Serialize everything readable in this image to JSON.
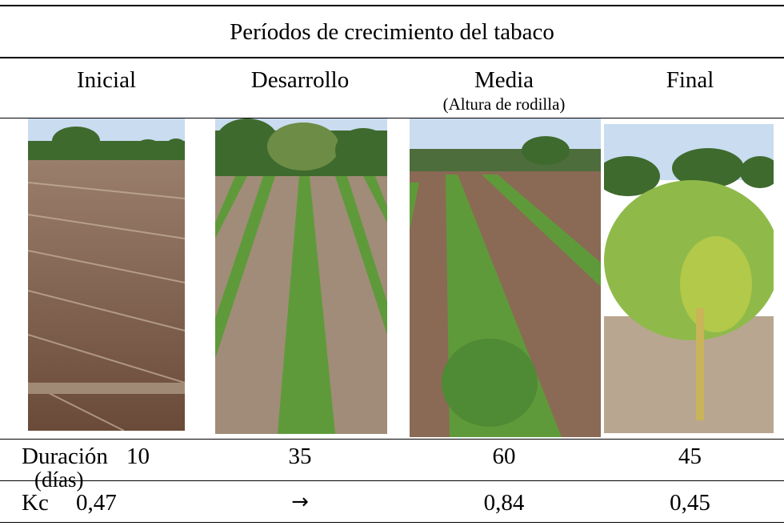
{
  "title": "Períodos de crecimiento del tabaco",
  "stages": [
    {
      "name": "Inicial",
      "note": ""
    },
    {
      "name": "Desarrollo",
      "note": ""
    },
    {
      "name": "Media",
      "note": "(Altura de rodilla)"
    },
    {
      "name": "Final",
      "note": ""
    }
  ],
  "duration": {
    "label": "Duración",
    "unit": "(días)",
    "values": [
      "10",
      "35",
      "60",
      "45"
    ]
  },
  "kc": {
    "label": "Kc",
    "values": [
      "0,47",
      "→",
      "0,84",
      "0,45"
    ]
  },
  "photo_colors": {
    "sky": "#c9dcf0",
    "soil": "#7a5a48",
    "leaf": "#5f9a3a",
    "tree": "#3f6a2e"
  }
}
